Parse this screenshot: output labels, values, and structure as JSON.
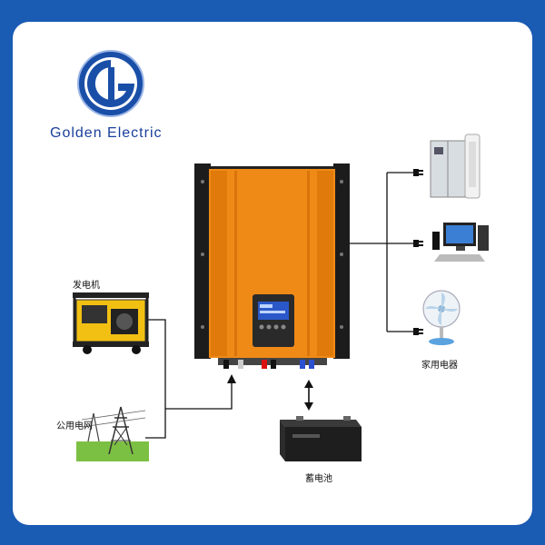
{
  "brand": {
    "company_name": "Golden Electric",
    "logo_icon": "golden-electric-logo",
    "colors": {
      "frame": "#1a5bb3",
      "logo_blue": "#1a4fa8",
      "inverter_orange": "#f08a16"
    }
  },
  "labels": {
    "generator": "发电机",
    "grid": "公用电网",
    "appliances": "家用电器",
    "battery": "蓄电池"
  },
  "devices": {
    "inverter": "inverter-icon",
    "generator": "generator-icon",
    "grid": "power-pylon-icon",
    "battery": "battery-icon",
    "refrigerator": "refrigerator-icon",
    "computer": "computer-icon",
    "fan": "fan-icon"
  }
}
